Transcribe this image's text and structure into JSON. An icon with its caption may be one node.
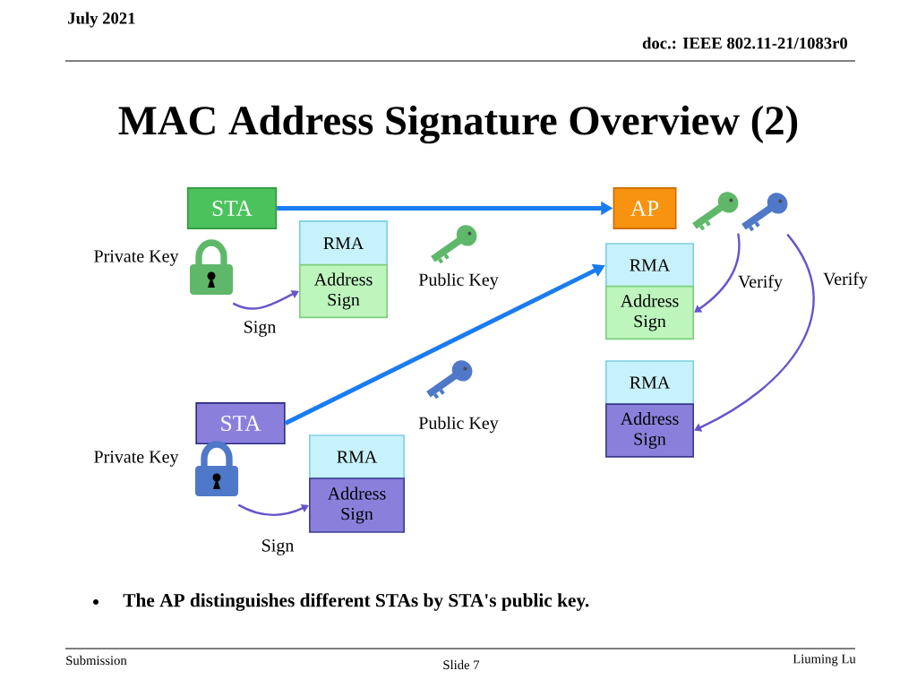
{
  "diagram": {
    "title": "MAC Address Signature Overview (2)",
    "nodes": [
      {
        "text": [
          "STA"
        ]
      },
      {
        "text": [
          "AP"
        ]
      },
      {
        "text": [
          "RMA"
        ]
      },
      {
        "text": [
          "Address Sign"
        ]
      },
      {
        "text": [
          "RMA"
        ]
      },
      {
        "text": [
          "Address Sign"
        ]
      },
      {
        "text": [
          "RMA"
        ]
      },
      {
        "text": [
          "Address Sign"
        ]
      },
      {
        "text": [
          "STA"
        ]
      },
      {
        "text": [
          "RMA"
        ]
      },
      {
        "text": [
          "Address Sign"
        ]
      },
      {
        "text": [],
        "shape": "lock",
        "beside": [
          "Private Key"
        ]
      },
      {
        "text": [],
        "shape": "key",
        "beside": [
          "Public Key"
        ]
      },
      {
        "text": [],
        "shape": "key"
      },
      {
        "text": [],
        "shape": "key"
      },
      {
        "text": [],
        "shape": "lock",
        "beside": [
          "Private Key"
        ]
      },
      {
        "text": [],
        "shape": "key",
        "beside": [
          "Public Key"
        ]
      }
    ],
    "edges": [
      {
        "from": 0,
        "to": 1,
        "arrow": "to",
        "style": "thick",
        "color": "#1a7cf0"
      },
      {
        "from": 8,
        "to": 4,
        "arrow": "to",
        "style": "thick",
        "color": "#1a7cf0"
      },
      {
        "from": 11,
        "to": 3,
        "arrow": "to",
        "label": "Sign",
        "color": "#6655cc"
      },
      {
        "from": 13,
        "to": 5,
        "arrow": "to",
        "label": "Verify",
        "color": "#6655cc"
      },
      {
        "from": 14,
        "to": 7,
        "arrow": "to",
        "label": "Verify",
        "color": "#6655cc"
      },
      {
        "from": 15,
        "to": 10,
        "arrow": "to",
        "label": "Sign",
        "color": "#6655cc"
      }
    ],
    "labels": [
      "July 2021",
      "doc.: IEEE 802.11-21/1083r0",
      "The AP distinguishes different STAs by STA's public key.",
      "Submission",
      "Slide 7",
      "Liuming Lu"
    ]
  }
}
